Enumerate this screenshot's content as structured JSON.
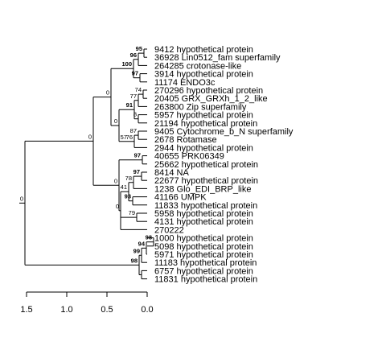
{
  "tree": {
    "name": "root",
    "support": "0",
    "bold": false,
    "children": [
      {
        "name": "n_a",
        "support": "0",
        "bold": false,
        "children": [
          {
            "name": "n_b",
            "support": "0",
            "bold": false,
            "children": [
              {
                "name": "n_c",
                "support": "100",
                "bold": true,
                "children": [
                  {
                    "name": "n_d",
                    "support": "96",
                    "bold": true,
                    "children": [
                      {
                        "name": "n_e",
                        "support": "95",
                        "bold": true,
                        "children": [
                          {
                            "label": "9412 hypothetical protein"
                          },
                          {
                            "label": "36928 Lin0512_fam superfamily"
                          }
                        ]
                      },
                      {
                        "label": "264285 crotonase-like"
                      }
                    ]
                  },
                  {
                    "name": "n_f",
                    "support": "97",
                    "bold": true,
                    "children": [
                      {
                        "label": "3914 hypothetical protein"
                      },
                      {
                        "label": "11174 ENDO3c"
                      }
                    ]
                  }
                ]
              },
              {
                "name": "n_g",
                "support": "0",
                "bold": false,
                "children": [
                  {
                    "name": "n_h",
                    "support": "91",
                    "bold": true,
                    "children": [
                      {
                        "name": "n_i",
                        "support": "77",
                        "bold": false,
                        "children": [
                          {
                            "name": "n_j",
                            "support": "74",
                            "bold": false,
                            "children": [
                              {
                                "label": "270296 hypothetical protein"
                              },
                              {
                                "label": "20405 GRX_GRXh_1_2_like"
                              }
                            ]
                          },
                          {
                            "label": "263800 Zip superfamily"
                          }
                        ]
                      },
                      {
                        "name": "n_k",
                        "support": "8",
                        "bold": false,
                        "children": [
                          {
                            "label": "5957 hypothetical protein"
                          },
                          {
                            "label": "21194 hypothetical protein"
                          }
                        ]
                      }
                    ]
                  },
                  {
                    "name": "n_l",
                    "support": "57",
                    "bold": false,
                    "children": [
                      {
                        "name": "n_m",
                        "support": "76",
                        "bold": false,
                        "children": [
                          {
                            "name": "n_n",
                            "support": "87",
                            "bold": false,
                            "children": [
                              {
                                "label": "9405 Cytochrome_b_N superfamily"
                              },
                              {
                                "label": "2678 Rotamase"
                              }
                            ]
                          },
                          {
                            "label": "2944 hypothetical protein"
                          }
                        ]
                      }
                    ]
                  }
                ]
              }
            ]
          },
          {
            "name": "n_o",
            "support": "0",
            "bold": false,
            "children": [
              {
                "name": "n_p",
                "support": "97",
                "bold": true,
                "children": [
                  {
                    "label": "40655 PRK06349"
                  },
                  {
                    "label": "25662 hypothetical protein"
                  }
                ]
              },
              {
                "name": "n_q",
                "support": "0",
                "bold": false,
                "children": [
                  {
                    "name": "n_r",
                    "support": "41",
                    "bold": false,
                    "children": [
                      {
                        "name": "n_s",
                        "support": "78",
                        "bold": false,
                        "children": [
                          {
                            "name": "n_t",
                            "support": "97",
                            "bold": true,
                            "children": [
                              {
                                "label": "8414 NA"
                              },
                              {
                                "label": "22677 hypothetical protein"
                              }
                            ]
                          },
                          {
                            "label": "1238 Glo_EDI_BRP_like"
                          }
                        ]
                      },
                      {
                        "name": "n_u",
                        "support": "93",
                        "bold": true,
                        "children": [
                          {
                            "label": "41166 UMPK"
                          },
                          {
                            "label": "11833 hypothetical protein"
                          }
                        ]
                      }
                    ]
                  },
                  {
                    "name": "n_v",
                    "support": "79",
                    "bold": false,
                    "children": [
                      {
                        "label": "5958 hypothetical protein"
                      },
                      {
                        "label": "4131 hypothetical protein"
                      }
                    ]
                  },
                  {
                    "label": "270222"
                  }
                ]
              }
            ]
          }
        ]
      },
      {
        "name": "n_w",
        "support": "98",
        "bold": true,
        "children": [
          {
            "name": "n_x",
            "support": "99",
            "bold": true,
            "children": [
              {
                "name": "n_y",
                "support": "94",
                "bold": true,
                "children": [
                  {
                    "name": "n_z",
                    "support": "98",
                    "bold": true,
                    "children": [
                      {
                        "label": "1000 hypothetical protein"
                      },
                      {
                        "label": "5098 hypothetical protein"
                      }
                    ]
                  },
                  {
                    "label": "5971 hypothetical protein"
                  }
                ]
              },
              {
                "label": "11183 hypothetical protein"
              }
            ]
          },
          {
            "name": "n_aa",
            "support": "",
            "bold": false,
            "children": [
              {
                "label": "6757 hypothetical protein"
              },
              {
                "label": "11831 hypothetical protein"
              }
            ]
          }
        ]
      }
    ]
  },
  "axis": {
    "ticks": [
      1.5,
      1.0,
      0.5,
      0.0
    ],
    "tick_labels": [
      "1.5",
      "1.0",
      "0.5",
      "0.0"
    ]
  }
}
